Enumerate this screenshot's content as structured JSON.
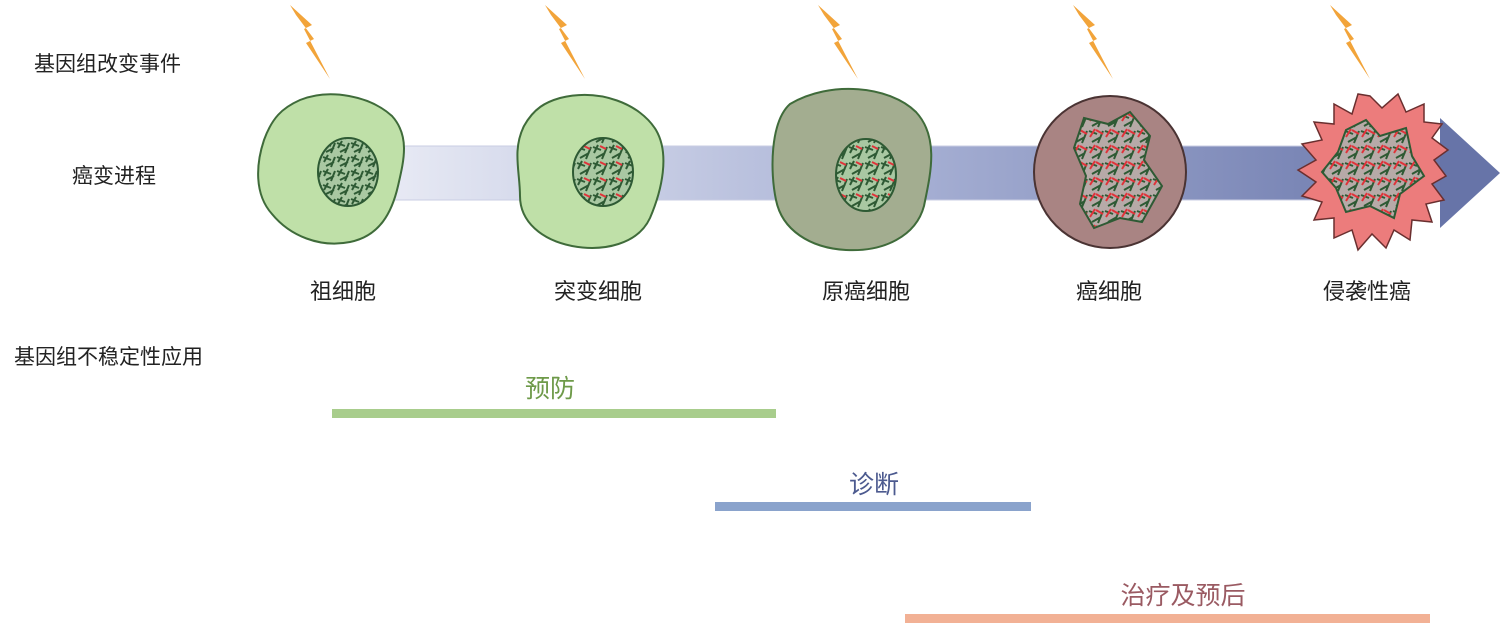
{
  "row_labels": {
    "genomic_events": "基因组改变事件",
    "progression": "癌变进程",
    "applications": "基因组不稳定性应用"
  },
  "stages": [
    {
      "label": "祖细胞"
    },
    {
      "label": "突变细胞"
    },
    {
      "label": "原癌细胞"
    },
    {
      "label": "癌细胞"
    },
    {
      "label": "侵袭性癌"
    }
  ],
  "applications": [
    {
      "label": "预防",
      "color": "#6e9a49",
      "bar_color": "#a8cd8c"
    },
    {
      "label": "诊断",
      "color": "#4c5a8f",
      "bar_color": "#8aa3cc"
    },
    {
      "label": "治疗及预后",
      "color": "#9a5a62",
      "bar_color": "#f2b195"
    }
  ],
  "colors": {
    "lightning": "#f2a43a",
    "arrow_start": "#f3f4fa",
    "arrow_end": "#6774a8",
    "cell_green": "#bfe0a8",
    "cell_border": "#3f6b3a",
    "nucleus": "#2e5a34",
    "mutation_red": "#e0333a",
    "cancer_cell": "#a98483",
    "invasive_cell": "#ec7c7c"
  }
}
